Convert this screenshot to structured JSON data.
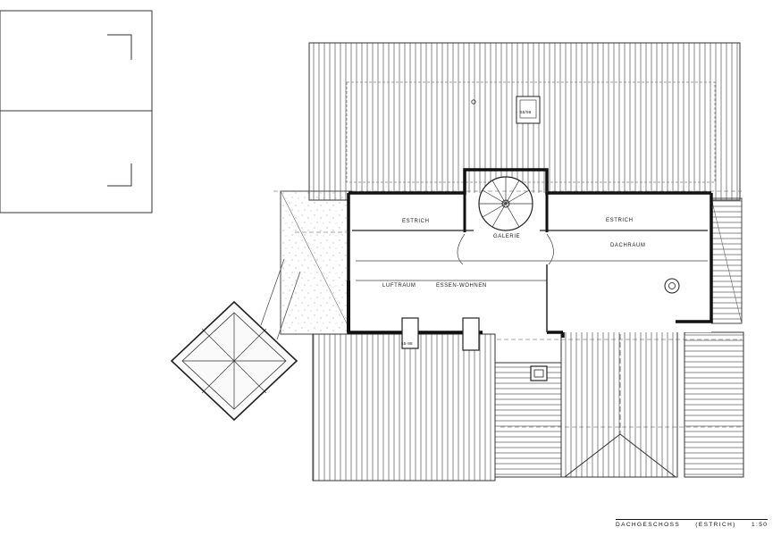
{
  "rooms": {
    "estrich_left": "ESTRICH",
    "estrich_right": "ESTRICH",
    "galerie": "GALERIE",
    "dachraum": "DACHRAUM",
    "luftraum": "LUFTRAUM",
    "essen_wohnen": "ESSEN-WOHNEN"
  },
  "tags": {
    "skylight_top": "55/98",
    "skylight_bottom": "55-98"
  },
  "caption": {
    "title": "DACHGESCHOSS",
    "subtitle": "(ESTRICH)",
    "scale": "1:50"
  },
  "colors": {
    "ink": "#222222",
    "paper": "#ffffff",
    "hatch": "#6a6a6a"
  }
}
